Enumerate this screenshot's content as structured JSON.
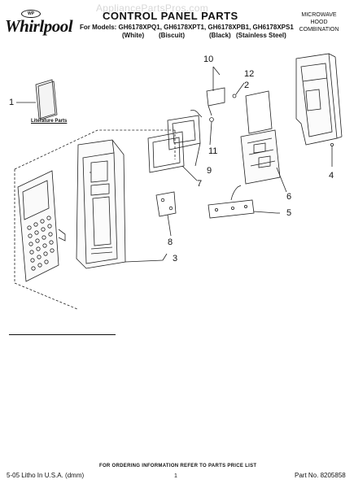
{
  "header": {
    "logo": "Whirlpool",
    "logo_badge": "WP",
    "watermark": "AppliancePartsPros.com",
    "title": "CONTROL PANEL PARTS",
    "models_line": "For Models: GH6178XPQ1, GH6178XPT1, GH6178XPB1, GH6178XPS1",
    "variants": [
      "(White)",
      "(Biscuit)",
      "(Black)",
      "(Stainless Steel)"
    ],
    "corner_lines": [
      "MICROWAVE",
      "HOOD",
      "COMBINATION"
    ]
  },
  "diagram": {
    "literature_label": "Literature Parts",
    "callouts": [
      "1",
      "2",
      "3",
      "4",
      "5",
      "6",
      "7",
      "8",
      "9",
      "10",
      "11",
      "12"
    ]
  },
  "footer": {
    "ordering_info": "FOR ORDERING INFORMATION REFER TO PARTS PRICE LIST",
    "print_info": "5-05 Litho In U.S.A. (dmm)",
    "page_number": "1",
    "part_number": "Part No. 8205858"
  }
}
